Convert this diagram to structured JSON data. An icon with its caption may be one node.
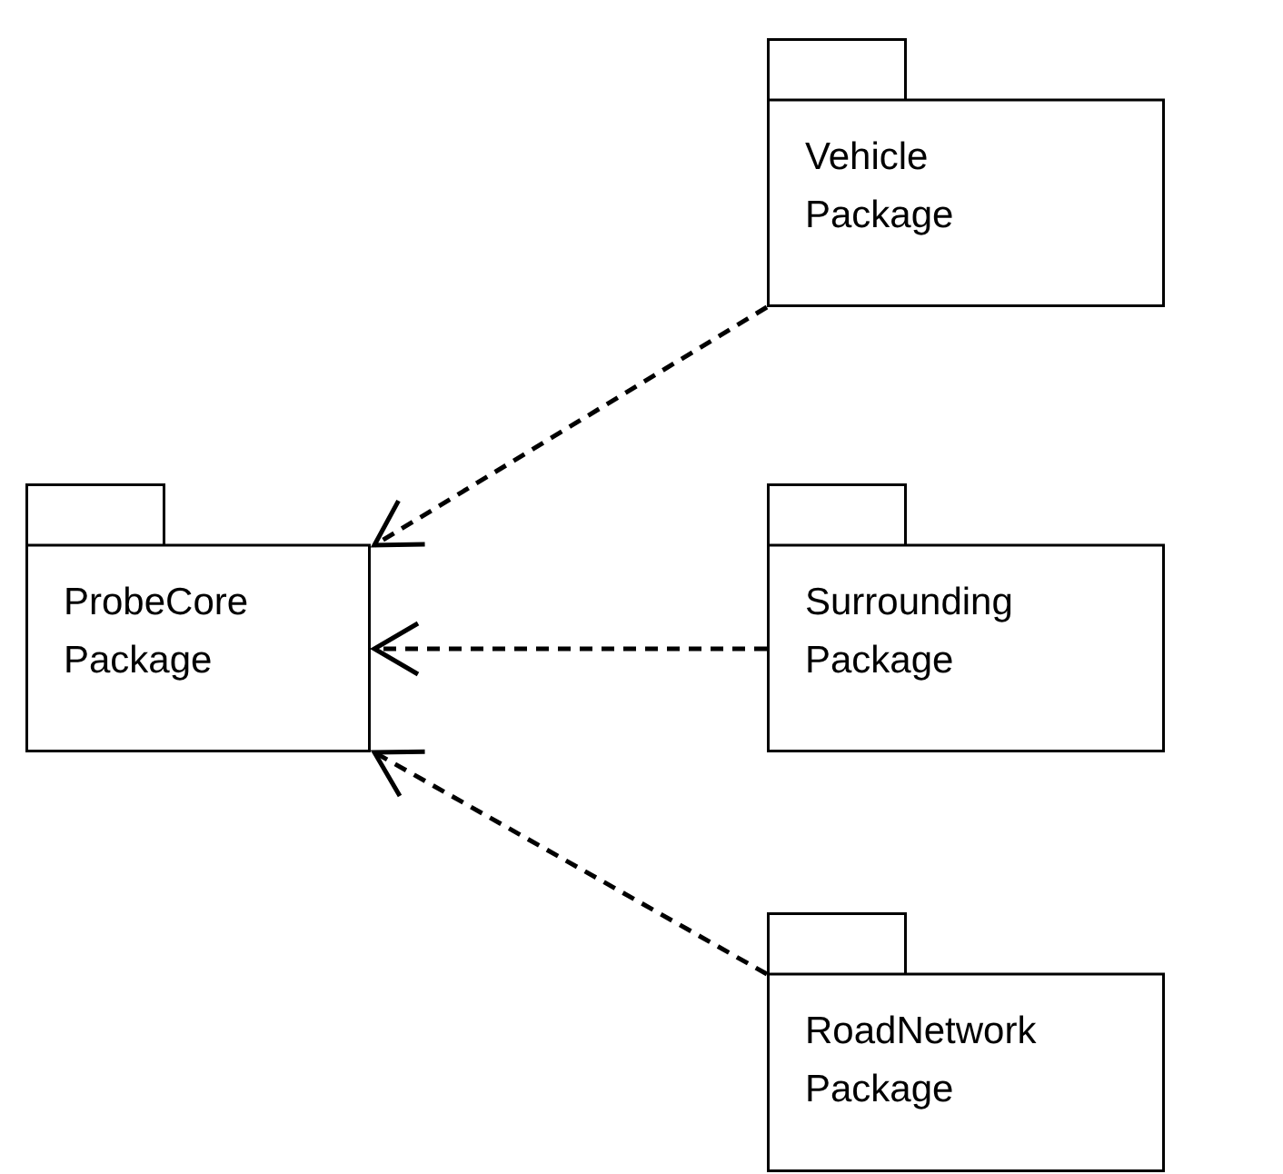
{
  "diagram": {
    "nodes": [
      {
        "text": [
          "Vehicle Package"
        ]
      },
      {
        "text": [
          "ProbeCore Package"
        ]
      },
      {
        "text": [
          "Surrounding Package"
        ]
      },
      {
        "text": [
          "RoadNetwork Package"
        ]
      }
    ],
    "edges": [
      {
        "from": 0,
        "to": 1,
        "arrow": "to",
        "style": "dashed"
      },
      {
        "from": 2,
        "to": 1,
        "arrow": "to",
        "style": "dashed"
      },
      {
        "from": 3,
        "to": 1,
        "arrow": "to",
        "style": "dashed"
      }
    ]
  }
}
